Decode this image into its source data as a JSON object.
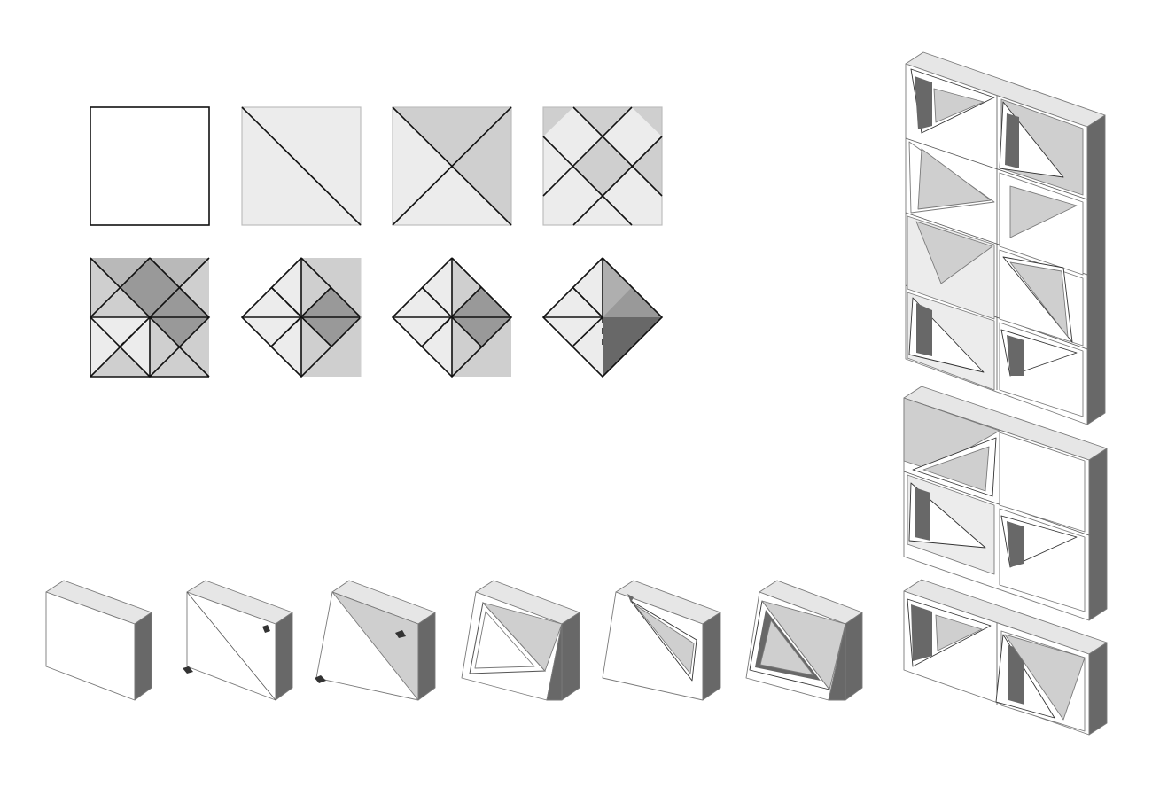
{
  "figure": {
    "fold_sequence": {
      "steps": [
        {
          "step": 1,
          "diagonal_folds": 0
        },
        {
          "step": 2,
          "diagonal_folds": 1
        },
        {
          "step": 3,
          "diagonal_folds": 2
        },
        {
          "step": 4,
          "diagonal_folds": 4
        },
        {
          "step": 5,
          "diagonal_folds": 4
        },
        {
          "step": 6,
          "diagonal_folds": 4
        },
        {
          "step": 7,
          "diagonal_folds": 4
        },
        {
          "step": 8,
          "diagonal_folds": 4
        }
      ]
    },
    "block_sequence": {
      "stages": [
        "solid-block",
        "diagonal-cut",
        "diagonal-fold",
        "framed-opening",
        "thin-frame",
        "deep-frame"
      ]
    },
    "assemblies": [
      "four-row-wall",
      "two-row-wall",
      "single-row-pair"
    ],
    "colors": {
      "line": "#111111",
      "face_light": "#ececec",
      "face_mid": "#cfcfcf",
      "face_dark": "#999999",
      "side_shadow": "#686868"
    }
  }
}
